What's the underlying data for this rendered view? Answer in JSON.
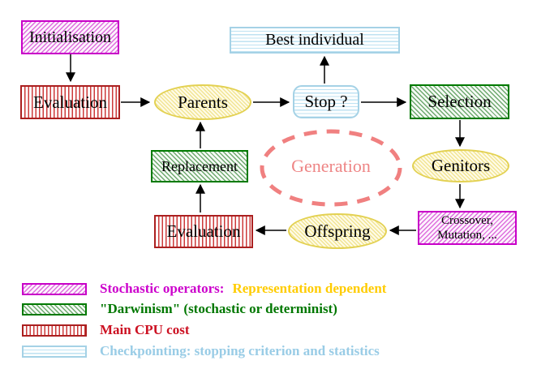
{
  "diagram": {
    "nodes": {
      "initialisation": {
        "label": "Initialisation",
        "style": "magenta-hatched-box"
      },
      "evaluation_top": {
        "label": "Evaluation",
        "style": "red-striped-box"
      },
      "parents": {
        "label": "Parents",
        "style": "yellow-ellipse"
      },
      "best_individual": {
        "label": "Best individual",
        "style": "cyan-striped-box"
      },
      "stop": {
        "label": "Stop ?",
        "style": "cyan-striped-rounded-box"
      },
      "selection": {
        "label": "Selection",
        "style": "green-hatched-box"
      },
      "genitors": {
        "label": "Genitors",
        "style": "yellow-ellipse"
      },
      "crossover_mutation": {
        "line1": "Crossover,",
        "line2": "Mutation, ...",
        "style": "magenta-hatched-box"
      },
      "offspring": {
        "label": "Offspring",
        "style": "yellow-ellipse"
      },
      "evaluation_bottom": {
        "label": "Evaluation",
        "style": "red-striped-box"
      },
      "replacement": {
        "label": "Replacement",
        "style": "green-hatched-box"
      },
      "generation": {
        "label": "Generation",
        "style": "salmon-dashed-ellipse"
      }
    },
    "colors": {
      "magenta": "#cc00cc",
      "green": "#007a00",
      "red": "#ab2020",
      "cyan_border": "#a5d2e6",
      "yellow_border": "#e3d152",
      "salmon": "#f08080",
      "black": "#000000"
    }
  },
  "legend": {
    "items": [
      {
        "swatch": "magenta-diagonal-hatch",
        "text1": "Stochastic operators:",
        "text2": "Representation dependent",
        "text1_color": "#cc00cc",
        "text2_color": "#ffcc00"
      },
      {
        "swatch": "green-diagonal-hatch",
        "text1": "\"Darwinism\" (stochastic or determinist)",
        "text1_color": "#007700"
      },
      {
        "swatch": "red-vertical-stripes",
        "text1": "Main CPU cost",
        "text1_color": "#cc1122"
      },
      {
        "swatch": "cyan-horizontal-stripes",
        "text1": "Checkpointing: stopping criterion and statistics",
        "text1_color": "#99cce6"
      }
    ]
  }
}
